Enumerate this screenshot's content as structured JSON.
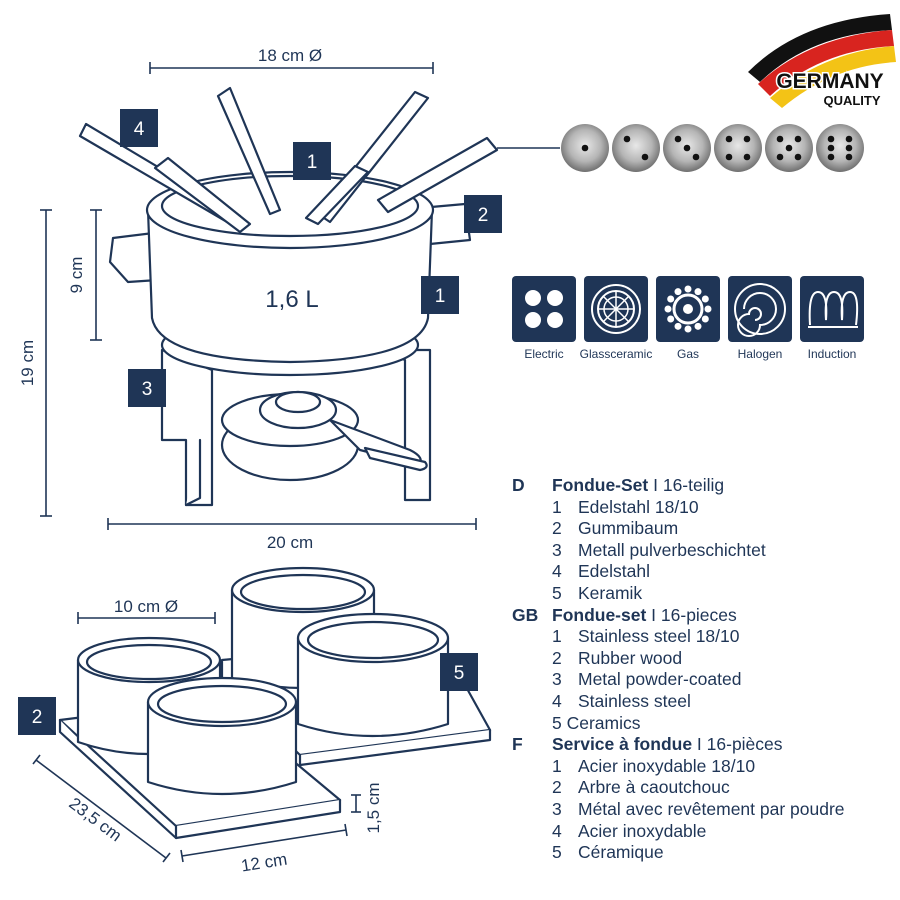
{
  "dimensions": {
    "pot_diameter": "18 cm Ø",
    "pot_height": "9 cm",
    "total_height": "19 cm",
    "base_width": "20 cm",
    "bowl_diameter": "10 cm Ø",
    "tray_length": "23,5 cm",
    "tray_width": "12 cm",
    "tray_height": "1,5 cm"
  },
  "volume": "1,6 L",
  "badges": {
    "one": "1",
    "two": "2",
    "three": "3",
    "four": "4",
    "five": "5"
  },
  "logo": {
    "line1": "GERMANY",
    "line2": "QUALITY"
  },
  "dice_dots": [
    1,
    2,
    3,
    4,
    5,
    6
  ],
  "cooktops": [
    "Electric",
    "Glassceramic",
    "Gas",
    "Halogen",
    "Induction"
  ],
  "colors": {
    "navy": "#1f3556",
    "flag_black": "#111111",
    "flag_red": "#d8241f",
    "flag_gold": "#f3c316"
  },
  "legend": {
    "de": {
      "lang": "D",
      "title": "Fondue-Set",
      "subtitle": " I 16-teilig",
      "items": [
        {
          "n": "1",
          "t": "Edelstahl 18/10"
        },
        {
          "n": "2",
          "t": "Gummibaum"
        },
        {
          "n": "3",
          "t": "Metall pulverbeschichtet"
        },
        {
          "n": "4",
          "t": "Edelstahl"
        },
        {
          "n": "5",
          "t": "Keramik"
        }
      ]
    },
    "gb": {
      "lang": "GB",
      "title": "Fondue-set",
      "subtitle": " I 16-pieces",
      "items": [
        {
          "n": "1",
          "t": "Stainless steel 18/10"
        },
        {
          "n": "2",
          "t": "Rubber wood"
        },
        {
          "n": "3",
          "t": "Metal powder-coated"
        },
        {
          "n": "4",
          "t": "Stainless steel"
        }
      ],
      "last": "5 Ceramics"
    },
    "fr": {
      "lang": "F",
      "title": "Service à fondue",
      "subtitle": " I 16-pièces",
      "items": [
        {
          "n": "1",
          "t": "Acier inoxydable 18/10"
        },
        {
          "n": "2",
          "t": "Arbre à caoutchouc"
        },
        {
          "n": "3",
          "t": "Métal avec revêtement par poudre"
        },
        {
          "n": "4",
          "t": "Acier inoxydable"
        },
        {
          "n": "5",
          "t": "Céramique"
        }
      ]
    }
  }
}
